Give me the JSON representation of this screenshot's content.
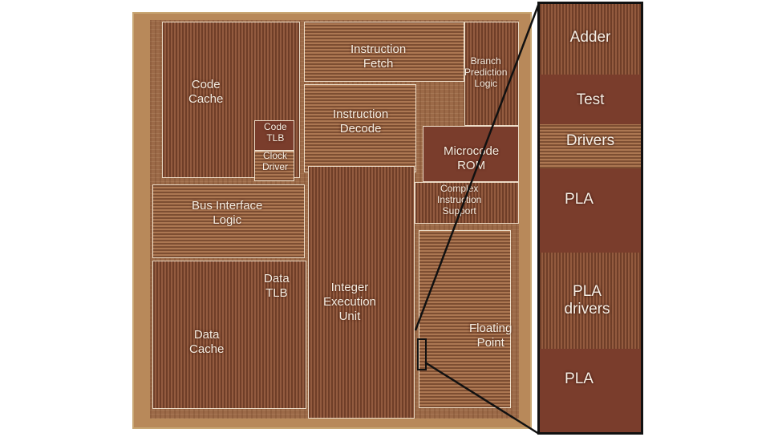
{
  "die": {
    "blocks": {
      "code_cache": "Code\nCache",
      "instruction_fetch": "Instruction\nFetch",
      "branch_prediction": "Branch\nPrediction\nLogic",
      "code_tlb": "Code\nTLB",
      "clock_driver": "Clock\nDriver",
      "instruction_decode": "Instruction\nDecode",
      "microcode_rom": "Microcode\nROM",
      "complex_instruction": "Complex\nInstruction\nSupport",
      "bus_interface": "Bus Interface\nLogic",
      "data_tlb": "Data\nTLB",
      "integer_execution": "Integer\nExecution\nUnit",
      "data_cache": "Data\nCache",
      "floating_point": "Floating\nPoint"
    }
  },
  "zoom": {
    "labels": {
      "adder": "Adder",
      "test": "Test",
      "drivers": "Drivers",
      "pla_1": "PLA",
      "pla_drivers": "PLA\ndrivers",
      "pla_2": "PLA"
    }
  }
}
